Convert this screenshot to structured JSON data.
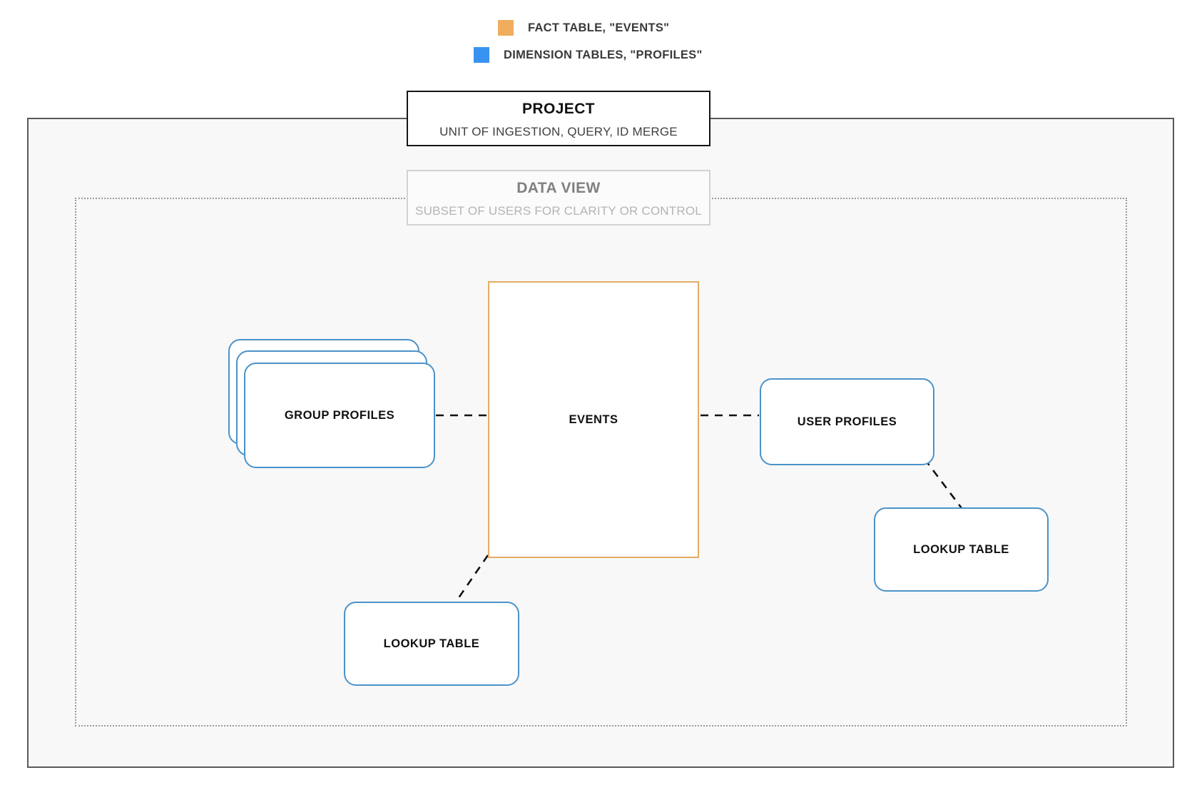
{
  "legend": {
    "items": [
      {
        "label": "FACT TABLE, \"EVENTS\"",
        "color": "#f0ad5e",
        "icon": "square-swatch-icon"
      },
      {
        "label": "DIMENSION TABLES, \"PROFILES\"",
        "color": "#3793ef",
        "icon": "square-swatch-icon"
      }
    ]
  },
  "project": {
    "title": "PROJECT",
    "subtitle": "UNIT OF INGESTION, QUERY, ID MERGE",
    "border_color": "#161616",
    "background": "#f8f8f8"
  },
  "data_view": {
    "title": "DATA VIEW",
    "subtitle": "SUBSET OF USERS FOR CLARITY OR CONTROL",
    "border_color": "#9a9a9a",
    "title_color": "#808080",
    "subtitle_color": "#b4b4b4"
  },
  "nodes": {
    "events": {
      "label": "EVENTS",
      "type": "fact",
      "color": "#e5ab63"
    },
    "group_profiles": {
      "label": "GROUP PROFILES",
      "type": "dimension",
      "color": "#4b92c8",
      "stacked": true,
      "stack_count": 3
    },
    "user_profiles": {
      "label": "USER PROFILES",
      "type": "dimension",
      "color": "#4b92c8",
      "stacked": false
    },
    "lookup_table_left": {
      "label": "LOOKUP TABLE",
      "type": "dimension",
      "color": "#4b92c8",
      "stacked": false
    },
    "lookup_table_right": {
      "label": "LOOKUP TABLE",
      "type": "dimension",
      "color": "#4b92c8",
      "stacked": false
    }
  },
  "connectors": [
    {
      "from": "group_profiles",
      "to": "events",
      "style": "dashed"
    },
    {
      "from": "events",
      "to": "user_profiles",
      "style": "dashed"
    },
    {
      "from": "user_profiles",
      "to": "lookup_table_right",
      "style": "dashed"
    },
    {
      "from": "events",
      "to": "lookup_table_left",
      "style": "dashed"
    }
  ]
}
